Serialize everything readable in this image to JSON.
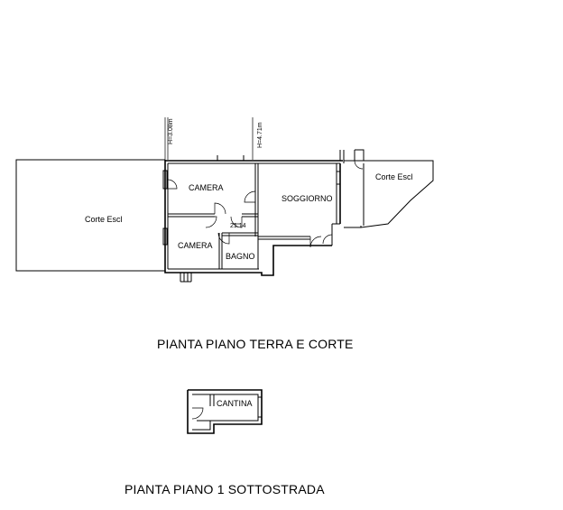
{
  "ground_floor": {
    "caption": "PIANTA PIANO TERRA E CORTE",
    "rooms": {
      "courtyard_left": "Corte Escl",
      "courtyard_right": "Corte Escl",
      "bedroom_top": "CAMERA",
      "bedroom_bottom": "CAMERA",
      "living_room": "SOGGIORNO",
      "bathroom": "BAGNO"
    },
    "heights": {
      "left": "H=3.08m",
      "right": "H=4.71m"
    },
    "number_mark": "21.14"
  },
  "basement_floor": {
    "caption": "PIANTA PIANO 1 SOTTOSTRADA",
    "rooms": {
      "cellar": "CANTINA"
    }
  }
}
